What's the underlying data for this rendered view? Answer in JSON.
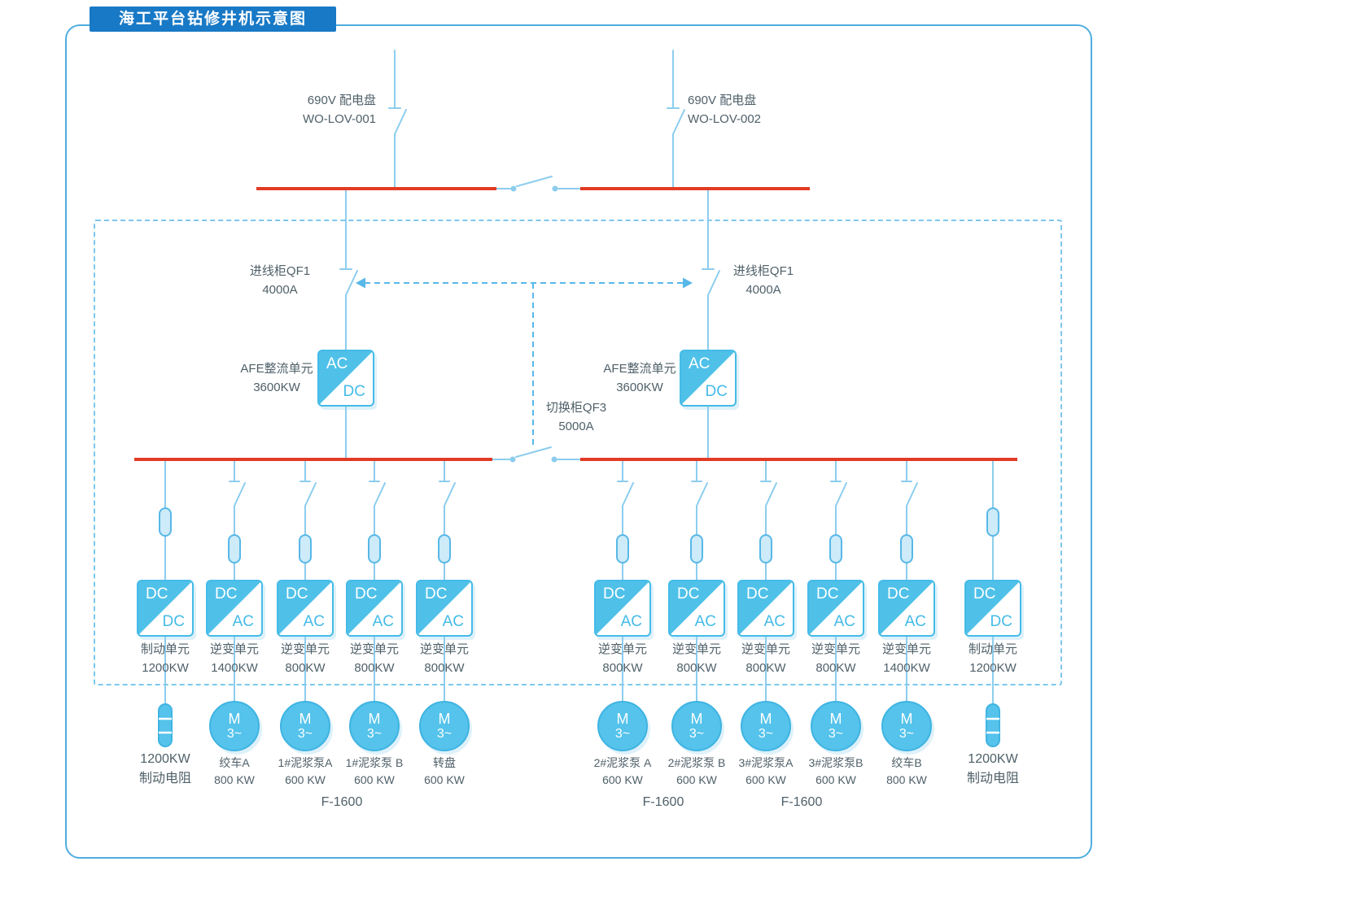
{
  "title": "海工平台钻修井机示意图",
  "feeders": [
    {
      "name": "690V 配电盘",
      "code": "WO-LOV-001"
    },
    {
      "name": "690V 配电盘",
      "code": "WO-LOV-002"
    }
  ],
  "incoming_cabinets": [
    {
      "name": "进线柜QF1",
      "rating": "4000A"
    },
    {
      "name": "进线柜QF1",
      "rating": "4000A"
    }
  ],
  "afe_units": [
    {
      "name": "AFE整流单元",
      "rating": "3600KW",
      "input": "AC",
      "output": "DC"
    },
    {
      "name": "AFE整流单元",
      "rating": "3600KW",
      "input": "AC",
      "output": "DC"
    }
  ],
  "transfer_cabinet": {
    "name": "切换柜QF3",
    "rating": "5000A"
  },
  "motor_symbol": {
    "letter": "M",
    "phases": "3~"
  },
  "branches_left": [
    {
      "unit": "制动单元",
      "power": "1200KW",
      "input": "DC",
      "output": "DC",
      "load_line1": "1200KW",
      "load_line2": "制动电阻"
    },
    {
      "unit": "逆变单元",
      "power": "1400KW",
      "input": "DC",
      "output": "AC",
      "load_line1": "绞车A",
      "load_line2": "800 KW"
    },
    {
      "unit": "逆变单元",
      "power": "800KW",
      "input": "DC",
      "output": "AC",
      "load_line1": "1#泥浆泵A",
      "load_line2": "600 KW"
    },
    {
      "unit": "逆变单元",
      "power": "800KW",
      "input": "DC",
      "output": "AC",
      "load_line1": "1#泥浆泵 B",
      "load_line2": "600 KW"
    },
    {
      "unit": "逆变单元",
      "power": "800KW",
      "input": "DC",
      "output": "AC",
      "load_line1": "转盘",
      "load_line2": "600 KW"
    }
  ],
  "branches_right": [
    {
      "unit": "逆变单元",
      "power": "800KW",
      "input": "DC",
      "output": "AC",
      "load_line1": "2#泥浆泵 A",
      "load_line2": "600 KW"
    },
    {
      "unit": "逆变单元",
      "power": "800KW",
      "input": "DC",
      "output": "AC",
      "load_line1": "2#泥浆泵 B",
      "load_line2": "600 KW"
    },
    {
      "unit": "逆变单元",
      "power": "800KW",
      "input": "DC",
      "output": "AC",
      "load_line1": "3#泥浆泵A",
      "load_line2": "600 KW"
    },
    {
      "unit": "逆变单元",
      "power": "800KW",
      "input": "DC",
      "output": "AC",
      "load_line1": "3#泥浆泵B",
      "load_line2": "600 KW"
    },
    {
      "unit": "逆变单元",
      "power": "1400KW",
      "input": "DC",
      "output": "AC",
      "load_line1": "绞车B",
      "load_line2": "800 KW"
    },
    {
      "unit": "制动单元",
      "power": "1200KW",
      "input": "DC",
      "output": "DC",
      "load_line1": "1200KW",
      "load_line2": "制动电阻"
    }
  ],
  "group_labels": [
    {
      "text": "F-1600"
    },
    {
      "text": "F-1600"
    },
    {
      "text": "F-1600"
    }
  ]
}
